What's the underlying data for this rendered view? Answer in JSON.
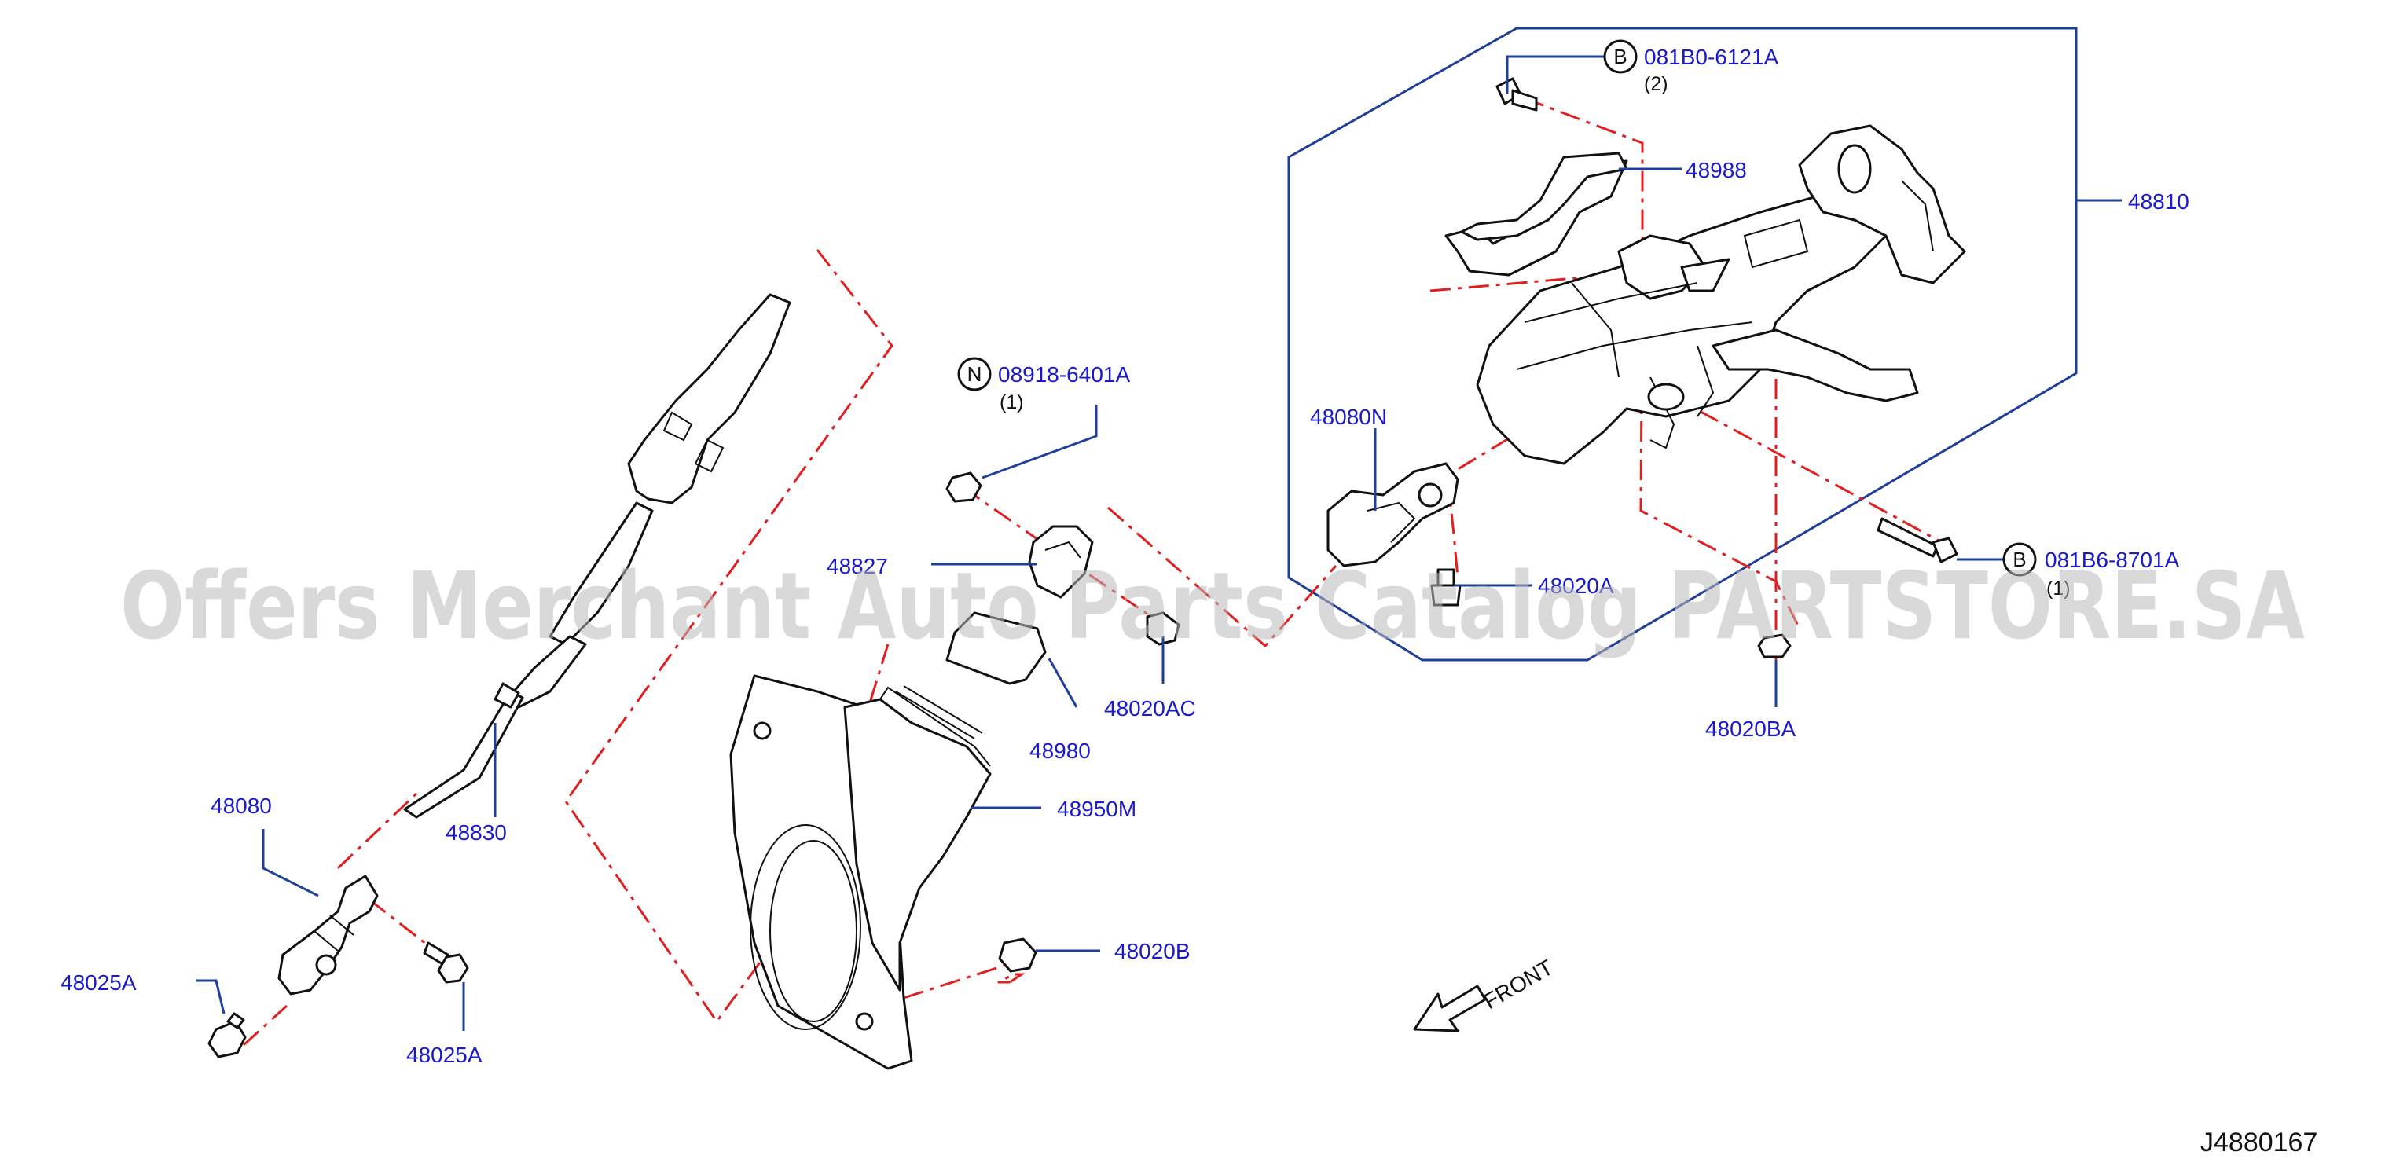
{
  "watermark": "Offers Merchant Auto Parts Catalog PARTSTORE.SA",
  "diagram_code": "J4880167",
  "front_label": "FRONT",
  "callouts": {
    "bolt_b1": {
      "symbol": "B",
      "part": "081B0-6121A",
      "qty": "(2)"
    },
    "nut_n": {
      "symbol": "N",
      "part": "08918-6401A",
      "qty": "(1)"
    },
    "bolt_b2": {
      "symbol": "B",
      "part": "081B6-8701A",
      "qty": "(1)"
    }
  },
  "labels": {
    "p48988": "48988",
    "p48810": "48810",
    "p48080N": "48080N",
    "p48827": "48827",
    "p48020A": "48020A",
    "p48020AC": "48020AC",
    "p48980": "48980",
    "p48020BA": "48020BA",
    "p48080": "48080",
    "p48830": "48830",
    "p48950M": "48950M",
    "p48025A_left": "48025A",
    "p48025A_bottom": "48025A",
    "p48020B": "48020B"
  }
}
